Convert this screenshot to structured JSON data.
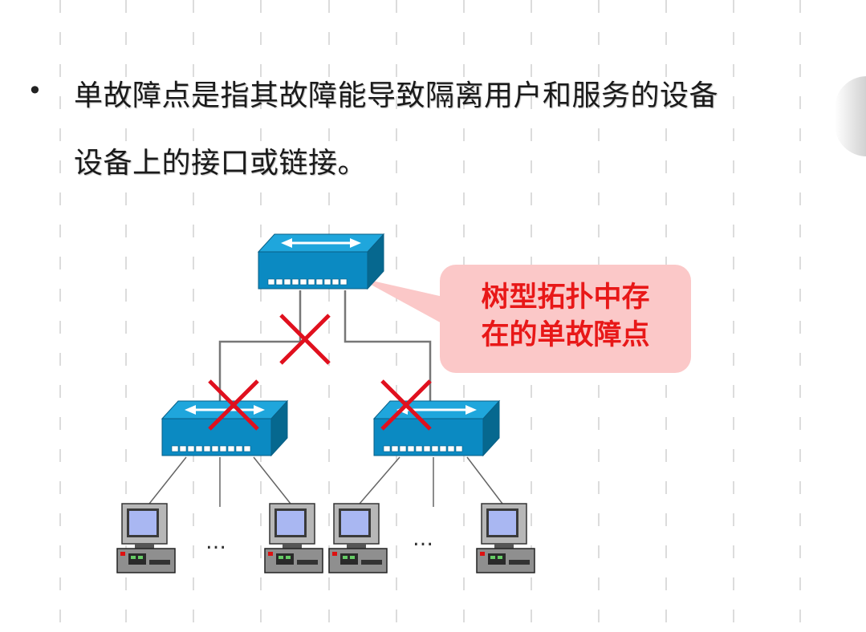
{
  "bullet": {
    "symbol": "•",
    "line1": "单故障点是指其故障能导致隔离用户和服务的设备",
    "line2": "设备上的接口或链接。"
  },
  "callout": {
    "line1": "树型拓扑中存",
    "line2": "在的单故障点"
  },
  "diagram": {
    "ellipsis_left": "…",
    "ellipsis_right": "…",
    "colors": {
      "switch_top": "#1fa6dc",
      "switch_front": "#0b8ac2",
      "switch_side": "#06688f",
      "failure_mark": "#e0101e",
      "callout_bg": "#fbc8c8",
      "callout_text": "#e81818"
    }
  }
}
